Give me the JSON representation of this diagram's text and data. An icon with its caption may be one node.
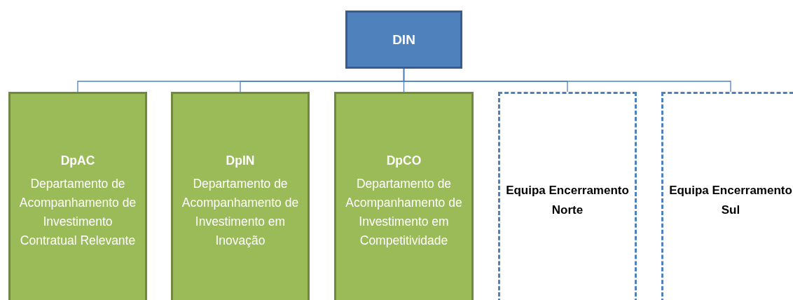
{
  "diagram": {
    "nodes": [
      {
        "text": [
          "DIN"
        ]
      },
      {
        "text": [
          "DpAC",
          "Departamento de Acompanhamento de Investimento Contratual Relevante"
        ]
      },
      {
        "text": [
          "DpIN",
          "Departamento de Acompanhamento de Investimento em Inovação"
        ]
      },
      {
        "text": [
          "DpCO",
          "Departamento de Acompanhamento de Investimento em Competitividade"
        ]
      },
      {
        "text": [
          "Equipa Encerramento Norte"
        ]
      },
      {
        "text": [
          "Equipa Encerramento Sul"
        ]
      }
    ],
    "edges": [
      {
        "from": 0,
        "to": 1,
        "arrow": "none"
      },
      {
        "from": 0,
        "to": 2,
        "arrow": "none"
      },
      {
        "from": 0,
        "to": 3,
        "arrow": "none"
      },
      {
        "from": 0,
        "to": 4,
        "arrow": "none"
      },
      {
        "from": 0,
        "to": 5,
        "arrow": "none"
      }
    ]
  }
}
